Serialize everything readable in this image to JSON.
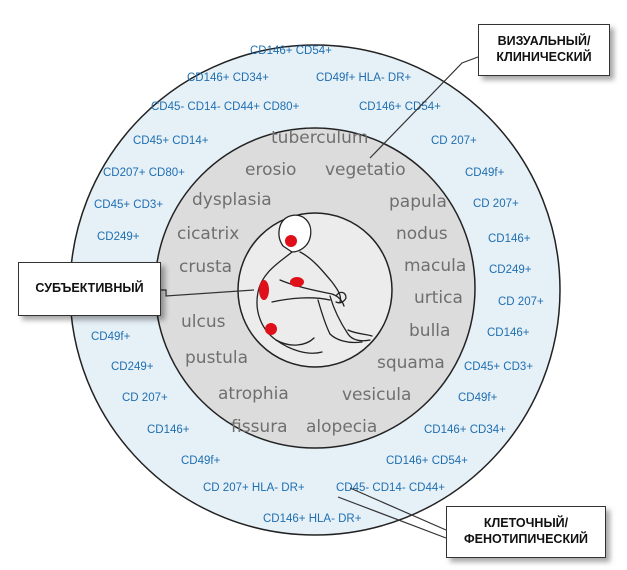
{
  "callouts": {
    "visual": {
      "line1": "ВИЗУАЛЬНЫЙ/",
      "line2": "КЛИНИЧЕСКИЙ"
    },
    "subjective": {
      "line1": "СУБЪЕКТИВНЫЙ"
    },
    "cellular": {
      "line1": "КЛЕТОЧНЫЙ/",
      "line2": "ФЕНОТИПИЧЕСКИЙ"
    }
  },
  "clinical_terms": [
    "tuberculum",
    "erosio",
    "vegetatio",
    "dysplasia",
    "papula",
    "cicatrix",
    "nodus",
    "crusta",
    "macula",
    "urtica",
    "ulcus",
    "bulla",
    "pustula",
    "squama",
    "atrophia",
    "vesicula",
    "fissura",
    "alopecia"
  ],
  "cell_markers": [
    "CD146+ CD54+",
    "CD146+ CD34+",
    "CD49f+ HLA- DR+",
    "CD45- CD14- CD44+ CD80+",
    "CD146+ CD54+",
    "CD45+ CD14+",
    "CD 207+",
    "CD207+ CD80+",
    "CD49f+",
    "CD45+ CD3+",
    "CD 207+",
    "CD249+",
    "CD146+",
    "CD249+",
    "CD 207+",
    "CD49f+",
    "CD146+",
    "CD249+",
    "CD45+ CD3+",
    "CD 207+",
    "CD49f+",
    "CD146+",
    "CD146+ CD34+",
    "CD49f+",
    "CD146+ CD54+",
    "CD 207+ HLA- DR+",
    "CD45- CD14- CD44+",
    "CD146+ HLA- DR+"
  ],
  "colors": {
    "outer_ring": "#e6f0f7",
    "middle_ring": "#dcdcdc",
    "inner_core": "#ececec",
    "marker_text": "#1f6fb0",
    "term_text": "#6f6f6f",
    "pain_spot": "#e0101a"
  },
  "figure_icon": "seated-person-icon"
}
